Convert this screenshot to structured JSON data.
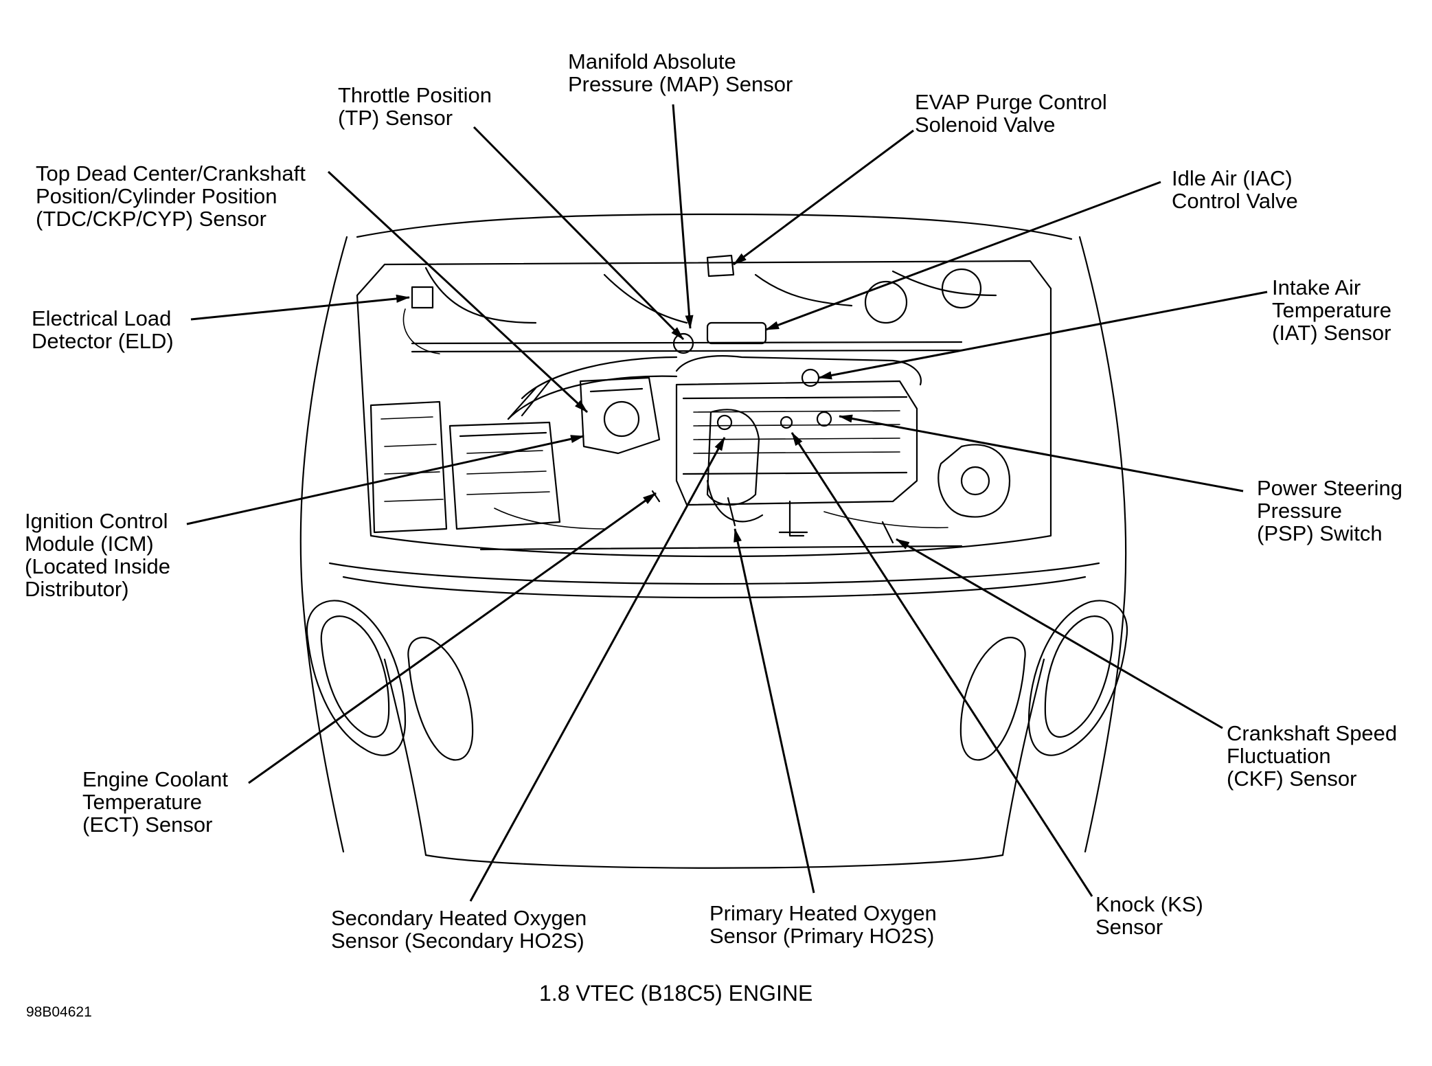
{
  "diagram": {
    "labels": {
      "map": [
        "Manifold Absolute",
        "Pressure (MAP) Sensor"
      ],
      "tp": [
        "Throttle Position",
        "(TP) Sensor"
      ],
      "evap": [
        "EVAP Purge Control",
        "Solenoid Valve"
      ],
      "tdc": [
        "Top Dead Center/Crankshaft",
        "Position/Cylinder Position",
        "(TDC/CKP/CYP) Sensor"
      ],
      "iac": [
        "Idle Air (IAC)",
        "Control Valve"
      ],
      "eld": [
        "Electrical Load",
        "Detector (ELD)"
      ],
      "iat": [
        "Intake Air",
        "Temperature",
        "(IAT) Sensor"
      ],
      "psp": [
        "Power Steering",
        "Pressure",
        "(PSP) Switch"
      ],
      "icm": [
        "Ignition Control",
        "Module (ICM)",
        "(Located Inside",
        "Distributor)"
      ],
      "ckf": [
        "Crankshaft Speed",
        "Fluctuation",
        "(CKF) Sensor"
      ],
      "ect": [
        "Engine Coolant",
        "Temperature",
        "(ECT) Sensor"
      ],
      "ho2s_secondary": [
        "Secondary Heated Oxygen",
        "Sensor (Secondary HO2S)"
      ],
      "ho2s_primary": [
        "Primary Heated Oxygen",
        "Sensor (Primary HO2S)"
      ],
      "ks": [
        "Knock (KS)",
        "Sensor"
      ]
    },
    "caption": "1.8 VTEC (B18C5) ENGINE",
    "figure_code": "98B04621"
  }
}
